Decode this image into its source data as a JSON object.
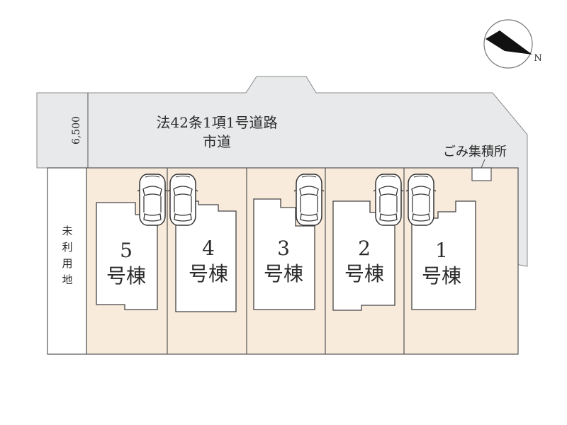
{
  "road": {
    "line1": "法42条1項1号道路",
    "line2": "市道",
    "width": "6,500"
  },
  "compass": {
    "north": "N"
  },
  "garbage": {
    "label": "ごみ集積所"
  },
  "unused_land": {
    "chars": [
      "未",
      "利",
      "用",
      "地"
    ]
  },
  "lots": [
    {
      "number": "5",
      "kind": "号棟"
    },
    {
      "number": "4",
      "kind": "号棟"
    },
    {
      "number": "3",
      "kind": "号棟"
    },
    {
      "number": "2",
      "kind": "号棟"
    },
    {
      "number": "1",
      "kind": "号棟"
    }
  ],
  "colors": {
    "road": "#e7e9ea",
    "lot": "#f8ebdc",
    "line": "#555555"
  }
}
